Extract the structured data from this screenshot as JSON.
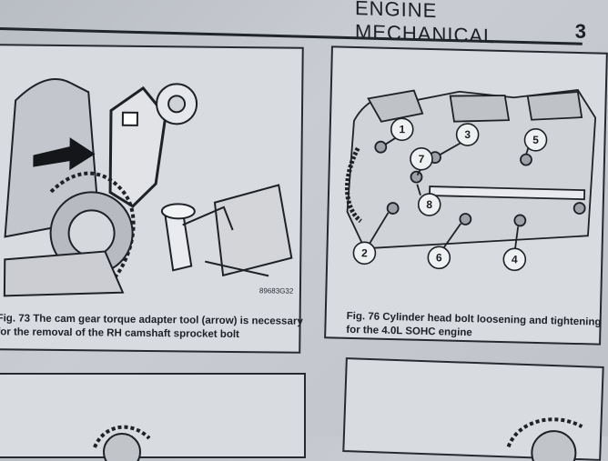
{
  "header": {
    "title": "ENGINE MECHANICAL",
    "page_number": "3"
  },
  "figures": {
    "fig73": {
      "code": "89683G32",
      "caption_line1": "Fig. 73 The cam gear torque adapter tool (arrow) is necessary",
      "caption_line2": "for the removal of the RH camshaft sprocket bolt"
    },
    "fig76": {
      "caption_line1": "Fig. 76 Cylinder head bolt loosening and tightening",
      "caption_line2": "for the 4.0L SOHC engine",
      "callouts": [
        "1",
        "2",
        "3",
        "4",
        "5",
        "6",
        "7",
        "8"
      ]
    }
  }
}
